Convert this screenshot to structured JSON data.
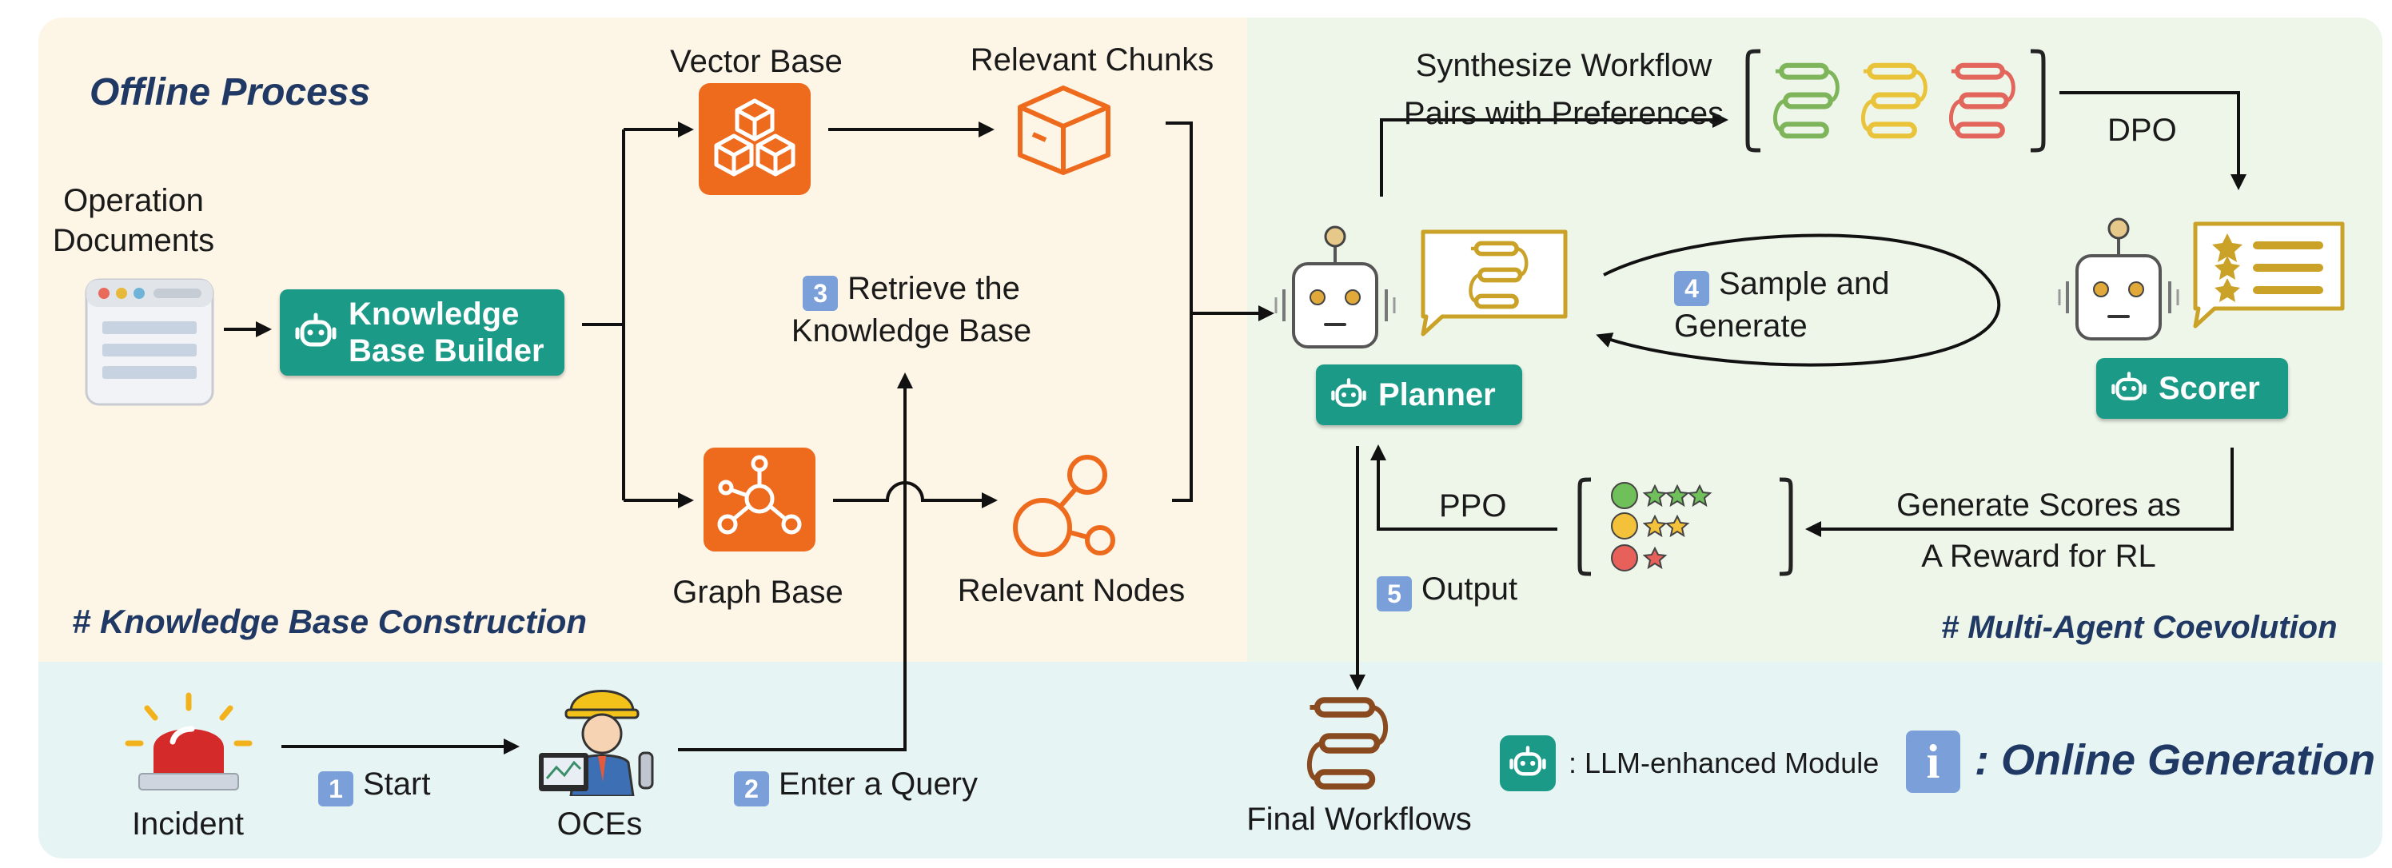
{
  "sections": {
    "offline": "Offline Process",
    "kb_construction": "# Knowledge Base Construction",
    "coevolution": "# Multi-Agent Coevolution",
    "online": ": Online Generation"
  },
  "nodes": {
    "operation_documents": "Operation\nDocuments",
    "kb_builder": "Knowledge\nBase Builder",
    "vector_base": "Vector Base",
    "graph_base": "Graph Base",
    "relevant_chunks": "Relevant Chunks",
    "relevant_nodes": "Relevant Nodes",
    "planner": "Planner",
    "scorer": "Scorer",
    "incident": "Incident",
    "oces": "OCEs",
    "final_workflows": "Final Workflows"
  },
  "steps": {
    "s1": {
      "num": "1",
      "text": "Start"
    },
    "s2": {
      "num": "2",
      "text": "Enter a Query"
    },
    "s3": {
      "num": "3",
      "text": "Retrieve the\nKnowledge Base"
    },
    "s4": {
      "num": "4",
      "text": "Sample and\nGenerate"
    },
    "s5": {
      "num": "5",
      "text": "Output"
    }
  },
  "edge_labels": {
    "synthesize": "Synthesize Workflow\nPairs with Preferences",
    "dpo": "DPO",
    "ppo": "PPO",
    "generate_scores": "Generate Scores as\nA Reward for RL"
  },
  "legend": {
    "llm_module": ": LLM-enhanced Module",
    "info_glyph": "i"
  },
  "colors": {
    "offline_bg": "#fdf5e6",
    "coevo_bg": "#eef5e9",
    "online_bg": "#e7f4f4",
    "teal": "#1a9a87",
    "orange": "#ee6b1e",
    "title_blue": "#1f3864",
    "badge_blue": "#7b9fd9"
  },
  "icons": [
    "operation-document-icon",
    "robot-face-icon",
    "vector-cubes-icon",
    "box-icon",
    "graph-network-icon",
    "nodes-icon",
    "planner-robot-icon",
    "workflow-chat-icon",
    "scorer-robot-icon",
    "score-list-icon",
    "workflow-pair-icon",
    "rating-stars-icon",
    "alarm-siren-icon",
    "engineer-icon",
    "final-workflow-icon",
    "info-icon"
  ]
}
